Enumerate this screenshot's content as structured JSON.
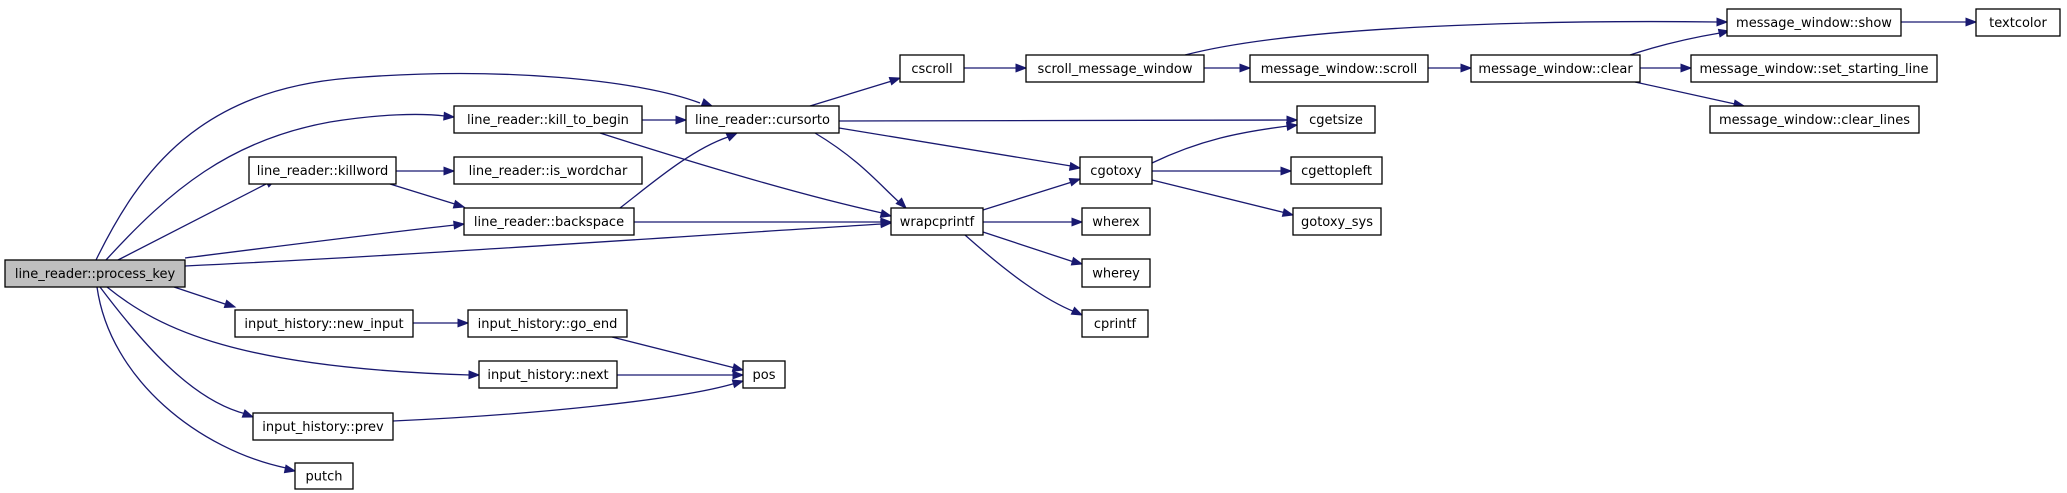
{
  "graph": {
    "root": "line_reader::process_key",
    "nodes": [
      {
        "id": "process_key",
        "label": "line_reader::process_key",
        "role": "root"
      },
      {
        "id": "killword",
        "label": "line_reader::killword"
      },
      {
        "id": "kill_to_begin",
        "label": "line_reader::kill_to_begin"
      },
      {
        "id": "is_wordchar",
        "label": "line_reader::is_wordchar"
      },
      {
        "id": "backspace",
        "label": "line_reader::backspace"
      },
      {
        "id": "cursorto",
        "label": "line_reader::cursorto"
      },
      {
        "id": "new_input",
        "label": "input_history::new_input"
      },
      {
        "id": "go_end",
        "label": "input_history::go_end"
      },
      {
        "id": "next",
        "label": "input_history::next"
      },
      {
        "id": "prev",
        "label": "input_history::prev"
      },
      {
        "id": "putch",
        "label": "putch"
      },
      {
        "id": "pos",
        "label": "pos"
      },
      {
        "id": "cscroll",
        "label": "cscroll"
      },
      {
        "id": "wrapcprintf",
        "label": "wrapcprintf"
      },
      {
        "id": "scroll_message_window",
        "label": "scroll_message_window"
      },
      {
        "id": "mw_scroll",
        "label": "message_window::scroll"
      },
      {
        "id": "mw_clear",
        "label": "message_window::clear"
      },
      {
        "id": "mw_show",
        "label": "message_window::show"
      },
      {
        "id": "textcolor",
        "label": "textcolor"
      },
      {
        "id": "mw_set_starting_line",
        "label": "message_window::set_starting_line"
      },
      {
        "id": "mw_clear_lines",
        "label": "message_window::clear_lines"
      },
      {
        "id": "cgetsize",
        "label": "cgetsize"
      },
      {
        "id": "cgotoxy",
        "label": "cgotoxy"
      },
      {
        "id": "cgettopleft",
        "label": "cgettopleft"
      },
      {
        "id": "gotoxy_sys",
        "label": "gotoxy_sys"
      },
      {
        "id": "wherex",
        "label": "wherex"
      },
      {
        "id": "wherey",
        "label": "wherey"
      },
      {
        "id": "cprintf",
        "label": "cprintf"
      }
    ],
    "edges": [
      [
        "process_key",
        "cursorto"
      ],
      [
        "process_key",
        "kill_to_begin"
      ],
      [
        "process_key",
        "killword"
      ],
      [
        "process_key",
        "backspace"
      ],
      [
        "process_key",
        "wrapcprintf"
      ],
      [
        "process_key",
        "new_input"
      ],
      [
        "process_key",
        "next"
      ],
      [
        "process_key",
        "prev"
      ],
      [
        "process_key",
        "putch"
      ],
      [
        "kill_to_begin",
        "cursorto"
      ],
      [
        "kill_to_begin",
        "wrapcprintf"
      ],
      [
        "killword",
        "is_wordchar"
      ],
      [
        "killword",
        "backspace"
      ],
      [
        "backspace",
        "cursorto"
      ],
      [
        "backspace",
        "wrapcprintf"
      ],
      [
        "new_input",
        "go_end"
      ],
      [
        "go_end",
        "pos"
      ],
      [
        "next",
        "pos"
      ],
      [
        "prev",
        "pos"
      ],
      [
        "cursorto",
        "cscroll"
      ],
      [
        "cursorto",
        "cgetsize"
      ],
      [
        "cursorto",
        "cgotoxy"
      ],
      [
        "cursorto",
        "wrapcprintf"
      ],
      [
        "cscroll",
        "scroll_message_window"
      ],
      [
        "scroll_message_window",
        "mw_scroll"
      ],
      [
        "scroll_message_window",
        "mw_show"
      ],
      [
        "mw_scroll",
        "mw_clear"
      ],
      [
        "mw_clear",
        "mw_show"
      ],
      [
        "mw_clear",
        "mw_set_starting_line"
      ],
      [
        "mw_clear",
        "mw_clear_lines"
      ],
      [
        "mw_show",
        "textcolor"
      ],
      [
        "wrapcprintf",
        "cgotoxy"
      ],
      [
        "wrapcprintf",
        "wherex"
      ],
      [
        "wrapcprintf",
        "wherey"
      ],
      [
        "wrapcprintf",
        "cprintf"
      ],
      [
        "cgotoxy",
        "cgetsize"
      ],
      [
        "cgotoxy",
        "cgettopleft"
      ],
      [
        "cgotoxy",
        "gotoxy_sys"
      ]
    ],
    "colors": {
      "edge": "#191970",
      "root_fill": "#bfbfbf",
      "node_fill": "#ffffff",
      "node_border": "#000000"
    }
  }
}
